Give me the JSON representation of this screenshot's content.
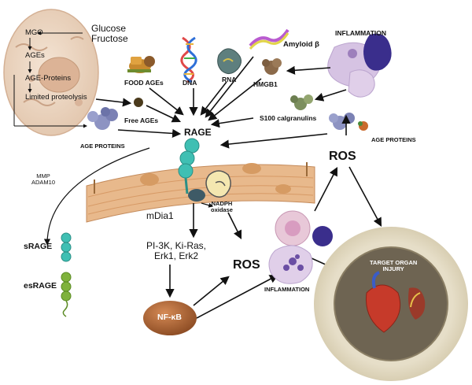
{
  "cell": {
    "sugars": "Glucose\nFructose",
    "mgo": "MGO",
    "ages": "AGEs",
    "age_proteins": "AGE-Proteins",
    "limited_proteolysis": "Limited proteolysis"
  },
  "sources": {
    "food_ages": "FOOD AGEs",
    "dna": "DNA",
    "rna": "RNA",
    "amyloid": "Amyloid β",
    "free_ages": "Free AGEs",
    "age_proteins_left": "AGE PROTEINS",
    "hmgb1": "HMGB1",
    "s100": "S100 calgranulins",
    "inflammation_top": "INFLAMMATION",
    "age_proteins_right": "AGE PROTEINS"
  },
  "receptor": {
    "rage": "RAGE",
    "mmp": "MMP\nADAM10",
    "srage": "sRAGE",
    "esrage": "esRAGE"
  },
  "signaling": {
    "mdia1": "mDia1",
    "nadph": "NADPH\noxidase",
    "kinases": "PI-3K, Ki-Ras,\nErk1, Erk2",
    "nfkb": "NF-κB",
    "ros_center": "ROS",
    "ros_right": "ROS",
    "inflammation_bottom": "INFLAMMATION"
  },
  "outcome": {
    "target": "TARGET ORGAN\nINJURY"
  },
  "colors": {
    "membrane": "#e8b98c",
    "receptor": "#3fbfb3",
    "nfkb": "#a35c2e",
    "outcome_ring": "#e4dcc6",
    "cell": "#f2e2d2"
  }
}
